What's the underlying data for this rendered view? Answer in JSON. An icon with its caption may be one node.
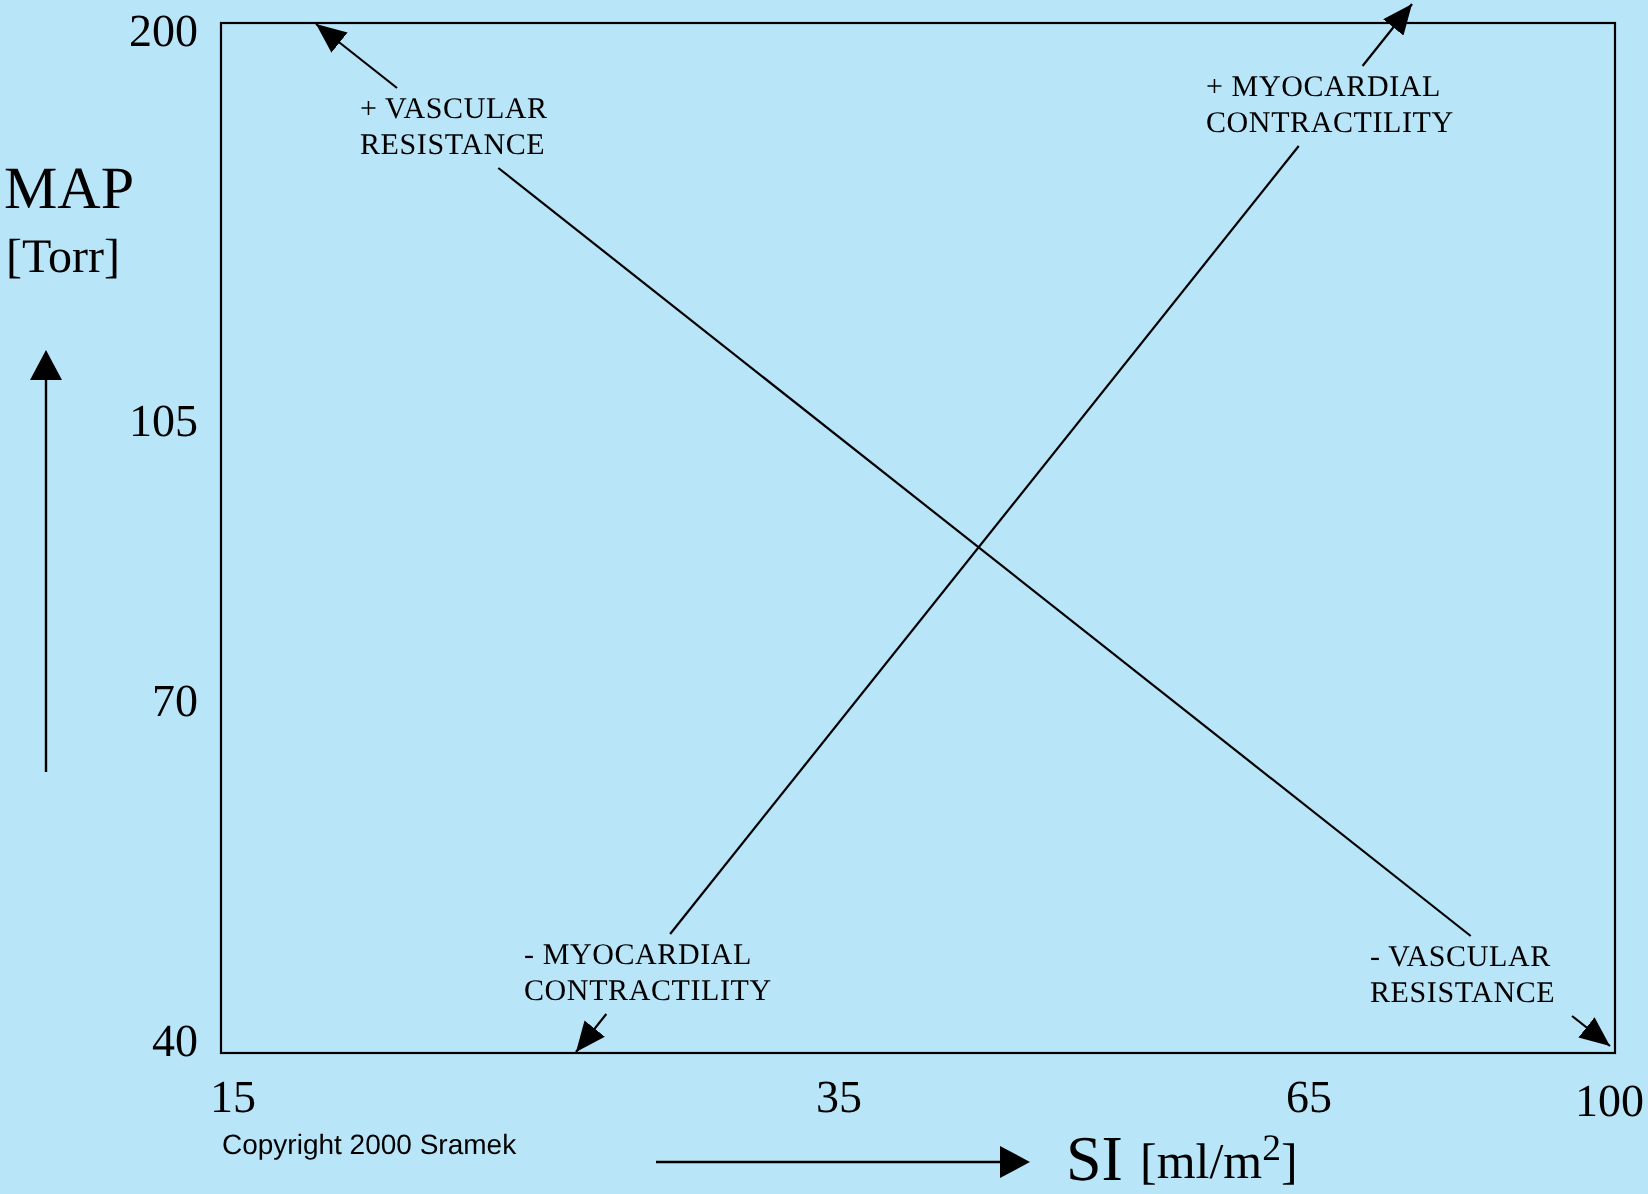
{
  "diagram": {
    "nodes": [
      {
        "text": [
          "+ VASCULAR RESISTANCE"
        ]
      },
      {
        "text": [
          "+ MYOCARDIAL CONTRACTILITY"
        ]
      },
      {
        "text": [
          "- MYOCARDIAL CONTRACTILITY"
        ]
      },
      {
        "text": [
          "- VASCULAR RESISTANCE"
        ]
      }
    ],
    "edges": [
      {
        "from": 0,
        "to": null,
        "arrow": "to"
      },
      {
        "from": 0,
        "to": 3,
        "arrow": "none"
      },
      {
        "from": 3,
        "to": null,
        "arrow": "to"
      },
      {
        "from": 1,
        "to": null,
        "arrow": "to"
      },
      {
        "from": 2,
        "to": 1,
        "arrow": "none"
      },
      {
        "from": 2,
        "to": null,
        "arrow": "to"
      }
    ],
    "labels": [
      "200",
      "MAP",
      "[Torr]",
      "105",
      "70",
      "40",
      "15",
      "35",
      "65",
      "100",
      "Copyright 2000 Sramek",
      "SI",
      "[ml/m$^{2}$]"
    ]
  }
}
